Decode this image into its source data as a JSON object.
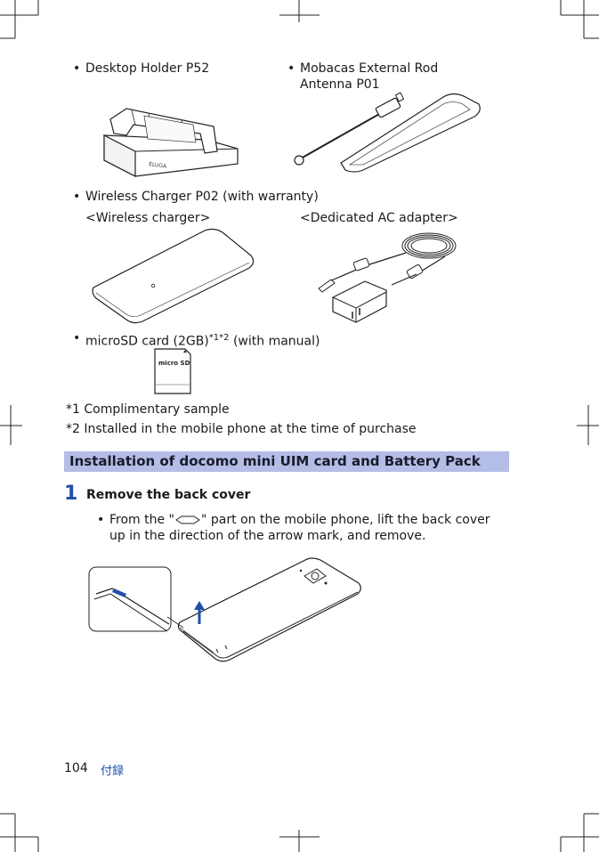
{
  "items": {
    "desktop_holder": "Desktop Holder P52",
    "mobacas_line1": "Mobacas External Rod",
    "mobacas_line2": "Antenna P01",
    "wireless_charger": "Wireless Charger P02 (with warranty)",
    "wireless_charger_sub": "<Wireless charger>",
    "ac_adapter_sub": "<Dedicated AC adapter>",
    "microsd_main": "microSD card (2GB)",
    "microsd_sup": "*1*2",
    "microsd_tail": " (with manual)",
    "microsd_logo": "micro SD"
  },
  "notes": {
    "note1": "*1 Complimentary sample",
    "note2": "*2 Installed in the mobile phone at the time of purchase"
  },
  "section": {
    "title": "Installation of docomo mini UIM card and Battery Pack"
  },
  "step": {
    "number": "1",
    "title": "Remove the back cover",
    "instruction_a": "From the \"",
    "instruction_b": "\" part on the mobile phone, lift the back cover",
    "instruction_line2": "up in the direction of the arrow mark, and remove."
  },
  "illustration": {
    "holder_logo": "ELUGA"
  },
  "footer": {
    "page_number": "104",
    "label": "付録"
  },
  "colors": {
    "section_bar": "#b3bde6",
    "step_accent": "#1f4fa8"
  }
}
